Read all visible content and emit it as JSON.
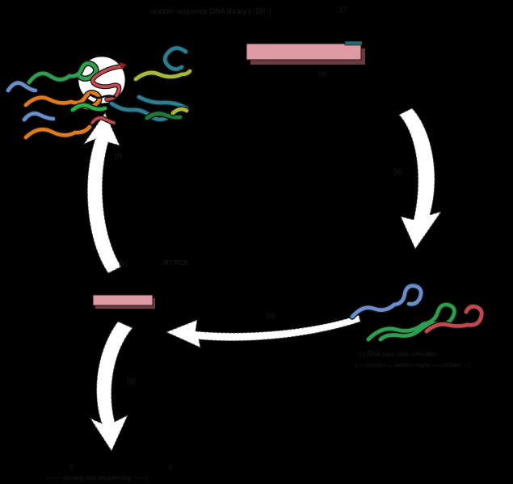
{
  "diagram": {
    "background_color": "#000000",
    "text_color": "#1c1c1c",
    "title": "random sequence DNA library (~10¹⁵)"
  },
  "palette": {
    "bar_fill": "#dd9aa2",
    "bar_shadow": "#6e3a40",
    "promoter_tag": "#1f6d74",
    "arrow_fill": "#ffffff",
    "strand_green": "#2f9e4e",
    "strand_bright_green": "#27b04a",
    "strand_orange": "#e07a1a",
    "strand_teal": "#2a7f92",
    "strand_blue": "#6a8fd0",
    "strand_olive": "#a9b83c",
    "strand_red": "#c5484e",
    "strand_dark_red": "#8c1f1f",
    "strand_dark_green": "#1f7a38",
    "target_sphere": "#ffffff"
  },
  "dna_library_bar": {
    "promoter_label": "T7",
    "step_label": "(a)"
  },
  "steps": {
    "b": "(b)",
    "d": "(d)",
    "e": "(e)",
    "f": "(f)",
    "g": "(g)"
  },
  "captions": {
    "rt_pcr": "RT-PCR"
  },
  "rna_pool": {
    "line1": "(c) RNA pool after selection",
    "line2": "|— constant — random region — constant —|"
  },
  "final_output": {
    "five_prime": "5'",
    "three_prime": "3'",
    "line2": "|—— cloning and sequencing ——|"
  }
}
